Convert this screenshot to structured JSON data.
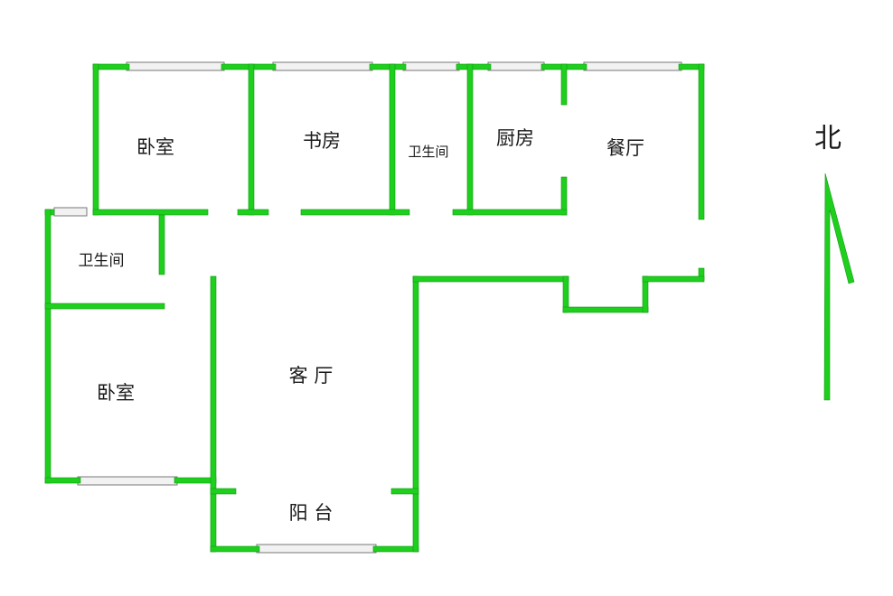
{
  "wall_color": "#1ecf1e",
  "wall_outline_color": "#139a13",
  "window_color": "#f2f2f2",
  "window_outline_color": "#777777",
  "rooms": {
    "bedroom_1": "卧室",
    "study": "书房",
    "bathroom_1": "卫生间",
    "kitchen": "厨房",
    "dining": "餐厅",
    "bathroom_2": "卫生间",
    "bedroom_2": "卧室",
    "living": "客 厅",
    "balcony": "阳 台"
  },
  "compass": {
    "label": "北",
    "icon": "north-arrow-icon"
  }
}
